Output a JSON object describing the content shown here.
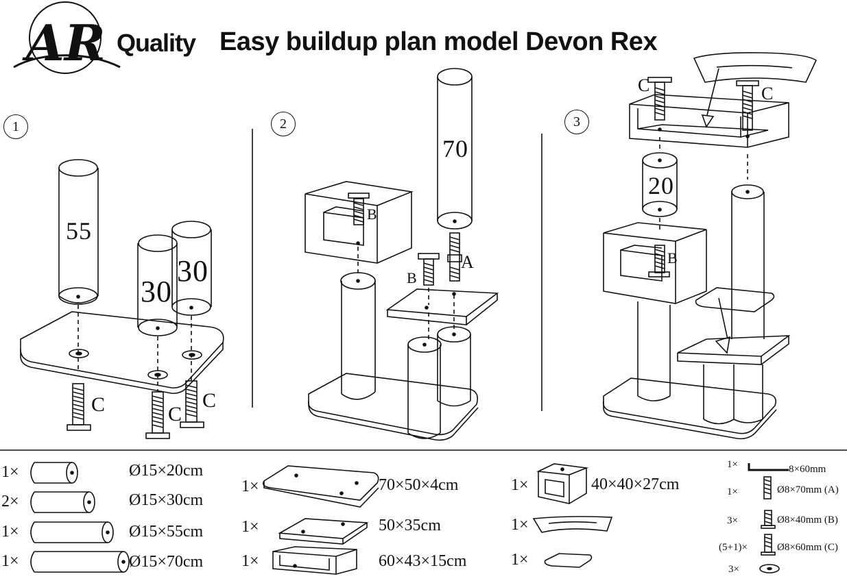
{
  "header": {
    "logo_letters": "AR",
    "brand": "Quality",
    "title": "Easy buildup plan model Devon Rex"
  },
  "steps": [
    {
      "number": "1",
      "posts": [
        "55",
        "30",
        "30"
      ],
      "screw_labels": [
        "C",
        "C",
        "C"
      ]
    },
    {
      "number": "2",
      "posts": [
        "70"
      ],
      "screw_labels": [
        "B",
        "B",
        "A"
      ]
    },
    {
      "number": "3",
      "posts": [
        "20"
      ],
      "screw_labels": [
        "C",
        "C",
        "B"
      ]
    }
  ],
  "parts": {
    "posts": [
      {
        "qty": "1×",
        "size": "Ø15×20cm"
      },
      {
        "qty": "2×",
        "size": "Ø15×30cm"
      },
      {
        "qty": "1×",
        "size": "Ø15×55cm"
      },
      {
        "qty": "1×",
        "size": "Ø15×70cm"
      }
    ],
    "boards": [
      {
        "qty": "1×",
        "size": "70×50×4cm"
      },
      {
        "qty": "1×",
        "size": "50×35cm"
      },
      {
        "qty": "1×",
        "size": "60×43×15cm"
      }
    ],
    "misc": [
      {
        "qty": "1×",
        "size": "40×40×27cm"
      },
      {
        "qty": "1×"
      },
      {
        "qty": "1×"
      }
    ],
    "hardware": [
      {
        "qty": "1×",
        "size": "8×60mm"
      },
      {
        "qty": "1×",
        "size": "Ø8×70mm (A)"
      },
      {
        "qty": "3×",
        "size": "Ø8×40mm (B)"
      },
      {
        "qty": "(5+1)×",
        "size": "Ø8×60mm (C)"
      },
      {
        "qty": "3×"
      }
    ]
  }
}
